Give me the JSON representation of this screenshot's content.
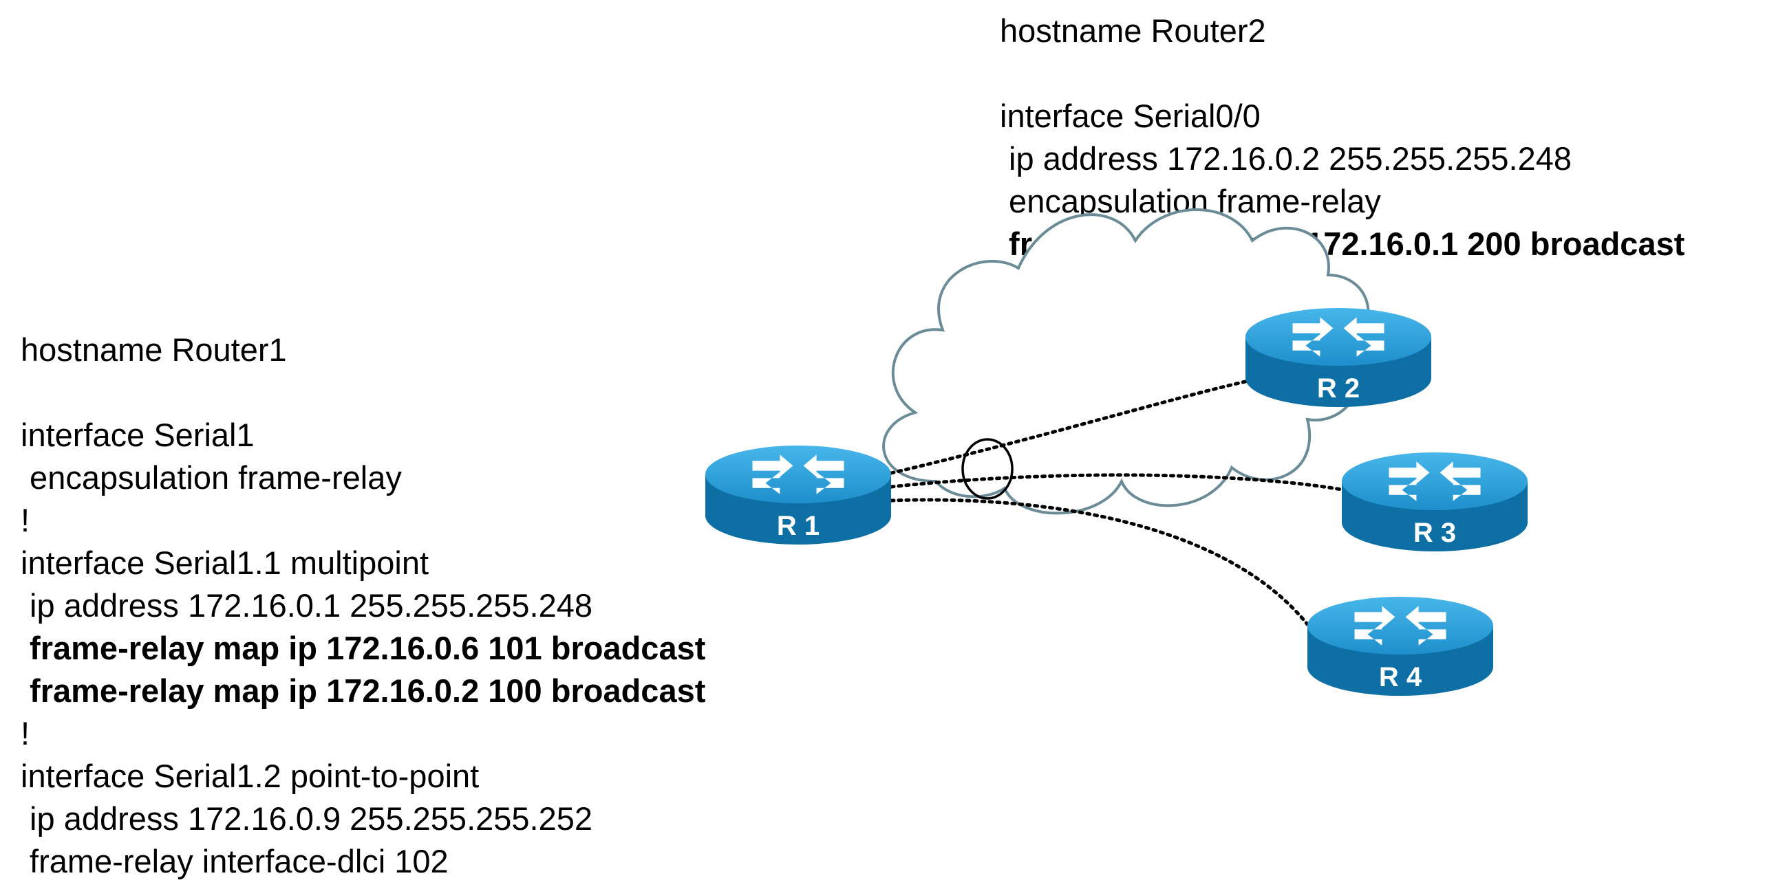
{
  "router2_config": [
    {
      "text": "hostname Router2",
      "bold": false
    },
    {
      "text": "",
      "bold": false
    },
    {
      "text": "interface Serial0/0",
      "bold": false
    },
    {
      "text": " ip address 172.16.0.2 255.255.255.248",
      "bold": false
    },
    {
      "text": " encapsulation frame-relay",
      "bold": false
    },
    {
      "text": " frame-relay map ip 172.16.0.1 200 broadcast",
      "bold": true
    }
  ],
  "router1_config": [
    {
      "text": "hostname Router1",
      "bold": false
    },
    {
      "text": "",
      "bold": false
    },
    {
      "text": "interface Serial1",
      "bold": false
    },
    {
      "text": " encapsulation frame-relay",
      "bold": false
    },
    {
      "text": "!",
      "bold": false
    },
    {
      "text": "interface Serial1.1 multipoint",
      "bold": false
    },
    {
      "text": " ip address 172.16.0.1 255.255.255.248",
      "bold": false
    },
    {
      "text": " frame-relay map ip 172.16.0.6 101 broadcast",
      "bold": true
    },
    {
      "text": " frame-relay map ip 172.16.0.2 100 broadcast",
      "bold": true
    },
    {
      "text": "!",
      "bold": false
    },
    {
      "text": "interface Serial1.2 point-to-point",
      "bold": false
    },
    {
      "text": " ip address 172.16.0.9 255.255.255.252",
      "bold": false
    },
    {
      "text": " frame-relay interface-dlci 102",
      "bold": false
    }
  ],
  "routers": {
    "r1": "R 1",
    "r2": "R 2",
    "r3": "R 3",
    "r4": "R 4"
  },
  "colors": {
    "router_top": "#2a9ed8",
    "router_side": "#0d6fa3",
    "cloud_stroke": "#6b8c96",
    "link": "#000000"
  }
}
